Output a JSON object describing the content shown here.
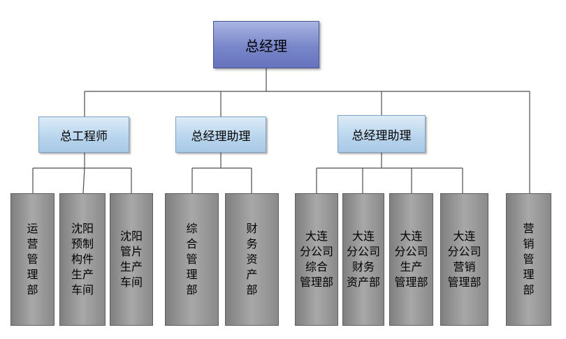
{
  "chart": {
    "root": "总经理",
    "level2": [
      "总工程师",
      "总经理助理",
      "总经理助理"
    ],
    "leaves": [
      "运\n营\n管\n理\n部",
      "沈阳\n预制\n构件\n生产\n车间",
      "沈阳\n管片\n生产\n车间",
      "综\n合\n管\n理\n部",
      "财\n务\n资\n产\n部",
      "大连\n分公司\n综合\n管理部",
      "大连\n分公司\n财务\n资产部",
      "大连\n分公司\n生产\n管理部",
      "大连\n分公司\n营销\n管理部",
      "营\n销\n管\n理\n部"
    ]
  },
  "colors": {
    "root_fill": "#7886c9",
    "manager_fill": "#b8d4ec",
    "department_fill": "#a8a8a8",
    "connector": "#4d4d4d"
  }
}
